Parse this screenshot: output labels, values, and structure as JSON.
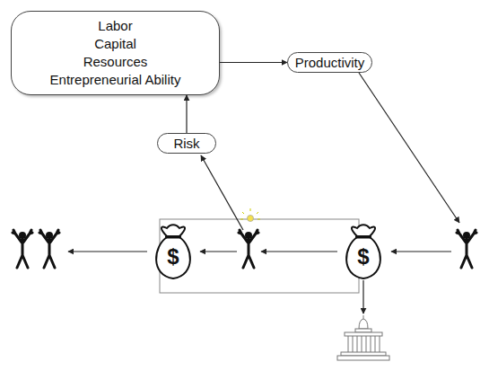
{
  "diagram": {
    "nodes": [
      {
        "text": [
          "Labor",
          "Capital",
          "Resources",
          "Entrepreneurial Ability"
        ]
      },
      {
        "text": [
          "Productivity"
        ]
      },
      {
        "text": [
          "Risk"
        ]
      },
      {
        "text": [
          "$"
        ]
      },
      {
        "text": [
          "$"
        ]
      }
    ],
    "edges": [
      {
        "from": 0,
        "to": 1,
        "arrow": "to"
      },
      {
        "from": 2,
        "to": 0,
        "arrow": "to"
      }
    ]
  }
}
